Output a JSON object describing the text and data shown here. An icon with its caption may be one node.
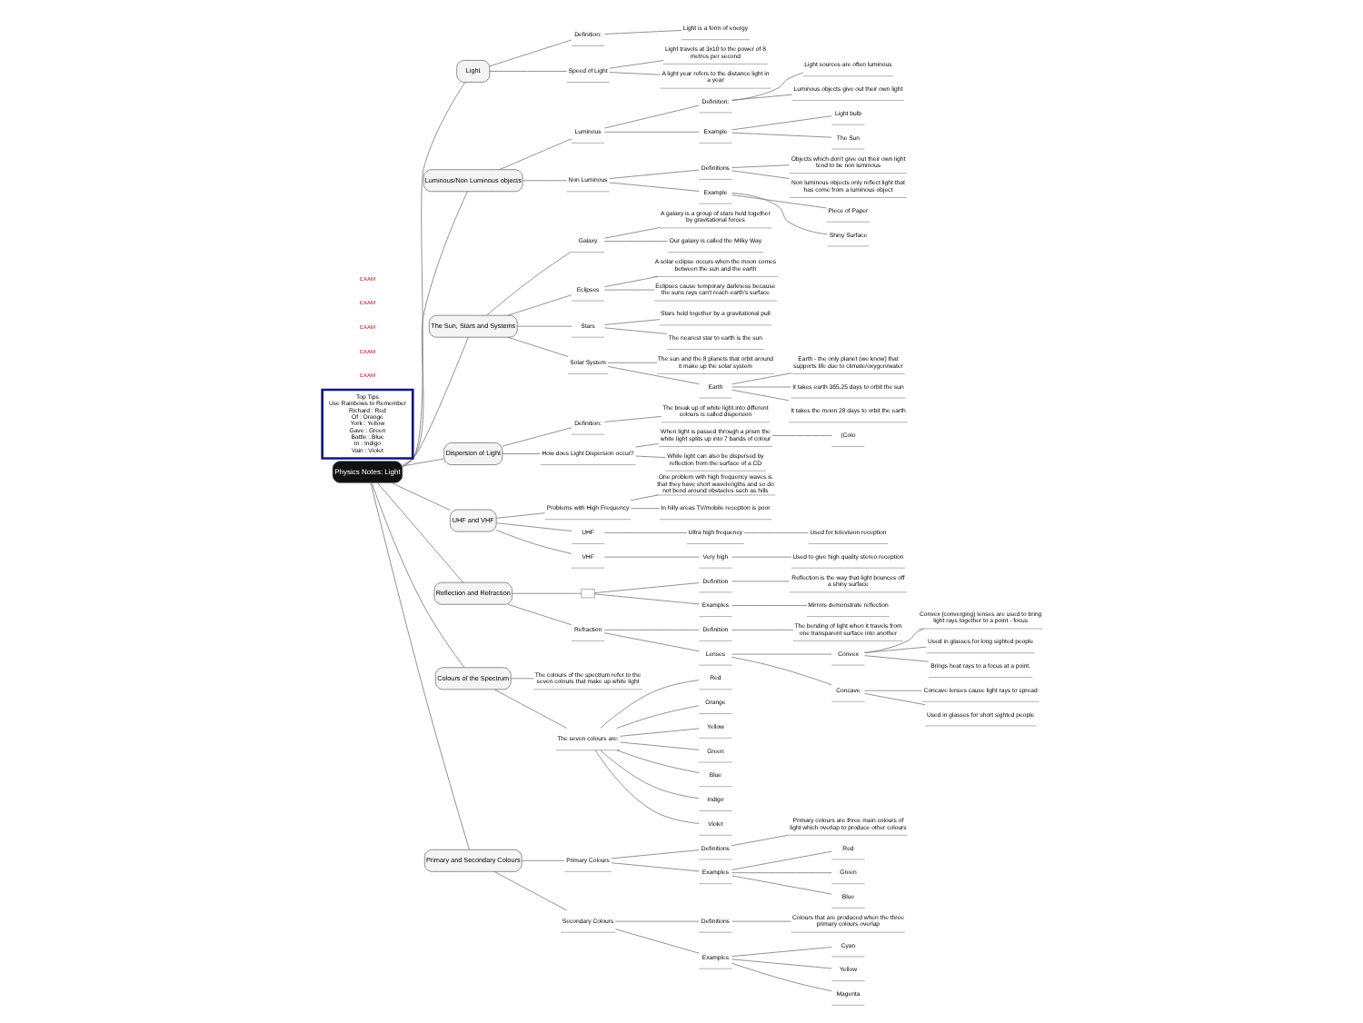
{
  "diagram": {
    "nodes": [
      {
        "text": [
          "Physics Notes: Light"
        ]
      },
      {
        "text": [
          "Light"
        ]
      },
      {
        "text": [
          "Definition:"
        ]
      },
      {
        "text": [
          "Light is a form of energy"
        ]
      },
      {
        "text": [
          "Speed of Light"
        ]
      },
      {
        "text": [
          "Light travels at 3x10 to the power of 8 metres per second"
        ]
      },
      {
        "text": [
          "A light year refers to the distance light in a year"
        ]
      },
      {
        "text": [
          "Luminous/Non Luminous objects"
        ]
      },
      {
        "text": [
          "Luminous"
        ]
      },
      {
        "text": [
          "Definition:"
        ]
      },
      {
        "text": [
          "Light sources are often luminous"
        ]
      },
      {
        "text": [
          "Luminous objects give out their own light"
        ]
      },
      {
        "text": [
          "Example"
        ]
      },
      {
        "text": [
          "Light bulb"
        ]
      },
      {
        "text": [
          "The Sun"
        ]
      },
      {
        "text": [
          "Non Luminous"
        ]
      },
      {
        "text": [
          "Definitions"
        ]
      },
      {
        "text": [
          "Objects which don't give out their own light tend to be non luminous"
        ]
      },
      {
        "text": [
          "Non luminous objects only reflect light that has come from a luminous object"
        ]
      },
      {
        "text": [
          "Example"
        ]
      },
      {
        "text": [
          "Piece of Paper"
        ]
      },
      {
        "text": [
          "Shiny Surface"
        ]
      },
      {
        "text": [
          "The Sun, Stars and Systems"
        ]
      },
      {
        "text": [
          "Galaxy"
        ]
      },
      {
        "text": [
          "A galaxy is a group of stars held together by gravitational forces"
        ]
      },
      {
        "text": [
          "Our galaxy is called the Milky Way"
        ]
      },
      {
        "text": [
          "Eclipses"
        ]
      },
      {
        "text": [
          "A solar eclipse occurs when the moon comes between the sun and the earth"
        ]
      },
      {
        "text": [
          "Eclipses cause temporary darkness because the suns rays can't reach earth's surface"
        ]
      },
      {
        "text": [
          "Stars"
        ]
      },
      {
        "text": [
          "Stars held together by a gravitational pull"
        ]
      },
      {
        "text": [
          "The nearest star to earth is the sun"
        ]
      },
      {
        "text": [
          "Solar System"
        ]
      },
      {
        "text": [
          "The sun and the 8 planets that orbit around it make up the solar system"
        ]
      },
      {
        "text": [
          "Earth"
        ]
      },
      {
        "text": [
          "Earth - the only planet (we know) that supports life due to climate/oxygen/water"
        ]
      },
      {
        "text": [
          "It takes earth 365.25 days to orbit the sun"
        ]
      },
      {
        "text": [
          "It takes the moon 28 days to orbit the earth"
        ]
      },
      {
        "text": [
          "Dispersion of Light"
        ]
      },
      {
        "text": [
          "Definition:"
        ]
      },
      {
        "text": [
          "The break up of white light into different colours is called dispersion"
        ]
      },
      {
        "text": [
          "How does Light Dispersion occur?"
        ]
      },
      {
        "text": [
          "When light is passed through a prism the white light splits up into 7 bands of colour"
        ]
      },
      {
        "text": [
          "(Colo"
        ]
      },
      {
        "text": [
          "White light can also be dispersed by reflection from the surface of a CD"
        ]
      },
      {
        "text": [
          "UHF and VHF"
        ]
      },
      {
        "text": [
          "Problems with High Frequency"
        ]
      },
      {
        "text": [
          "One problem with high frequency waves is that they have short wavelengths and so do not bend around obstacles such as hills"
        ]
      },
      {
        "text": [
          "In hilly areas TV/mobile reception is poor"
        ]
      },
      {
        "text": [
          "UHF"
        ]
      },
      {
        "text": [
          "Ultra high frequency"
        ]
      },
      {
        "text": [
          "Used for television reception"
        ]
      },
      {
        "text": [
          "VHF"
        ]
      },
      {
        "text": [
          "Very high"
        ]
      },
      {
        "text": [
          "Used to give high quality stereo reception"
        ]
      },
      {
        "text": [
          "Reflection and Refraction"
        ]
      },
      {
        "text": [],
        "shape": "box"
      },
      {
        "text": [
          "Definition"
        ]
      },
      {
        "text": [
          "Reflection is the way that light bounces off a shiny surface"
        ]
      },
      {
        "text": [
          "Examples"
        ]
      },
      {
        "text": [
          "Mirrors demonstrate reflection"
        ]
      },
      {
        "text": [
          "Refraction"
        ]
      },
      {
        "text": [
          "Definition"
        ]
      },
      {
        "text": [
          "The bending of light when it travels from one transparent surface into another"
        ]
      },
      {
        "text": [
          "Lenses"
        ]
      },
      {
        "text": [
          "Convex"
        ]
      },
      {
        "text": [
          "Convex (converging) lenses are used to bring light rays together to a point - focus"
        ]
      },
      {
        "text": [
          "Used in glasses for long sighted people"
        ]
      },
      {
        "text": [
          "Brings heat rays to a focus at a point."
        ]
      },
      {
        "text": [
          "Concave"
        ]
      },
      {
        "text": [
          "Concave lenses cause light rays to spread"
        ]
      },
      {
        "text": [
          "Used in glasses for short sighted people"
        ]
      },
      {
        "text": [
          "Colours of the Spectrum"
        ]
      },
      {
        "text": [
          "The colours of the spectrum refer to the seven colours that make up white light"
        ]
      },
      {
        "text": [
          "The seven colours are:"
        ]
      },
      {
        "text": [
          "Red"
        ]
      },
      {
        "text": [
          "Orange"
        ]
      },
      {
        "text": [
          "Yellow"
        ]
      },
      {
        "text": [
          "Green"
        ]
      },
      {
        "text": [
          "Blue"
        ]
      },
      {
        "text": [
          "Indigo"
        ]
      },
      {
        "text": [
          "Violet"
        ]
      },
      {
        "text": [
          "Primary and Secondary Colours"
        ]
      },
      {
        "text": [
          "Primary Colours"
        ]
      },
      {
        "text": [
          "Definitions"
        ]
      },
      {
        "text": [
          "Primary colours are three main colours of light which overlap to produce other colours"
        ]
      },
      {
        "text": [
          "Examples"
        ]
      },
      {
        "text": [
          "Red"
        ]
      },
      {
        "text": [
          "Green"
        ]
      },
      {
        "text": [
          "Blue"
        ]
      },
      {
        "text": [
          "Secondary Colours"
        ]
      },
      {
        "text": [
          "Definitions"
        ]
      },
      {
        "text": [
          "Colours that are produced when the three primary colours overlap"
        ]
      },
      {
        "text": [
          "Examples"
        ]
      },
      {
        "text": [
          "Cyan"
        ]
      },
      {
        "text": [
          "Yellow"
        ]
      },
      {
        "text": [
          "Magenta"
        ]
      },
      {
        "text": [
          "Top Tips",
          "Use Rainbows to Remember",
          "Richard : Red",
          "Of : Orange",
          "York : Yellow",
          "Gave : Green",
          "Battle : Blue",
          "In : Indigo",
          "Vain : Violet"
        ]
      }
    ],
    "edges": [
      {
        "from": 0,
        "to": 1,
        "arrow": "none"
      },
      {
        "from": 1,
        "to": 2,
        "arrow": "none"
      },
      {
        "from": 2,
        "to": 3,
        "arrow": "none"
      },
      {
        "from": 1,
        "to": 4,
        "arrow": "none"
      },
      {
        "from": 4,
        "to": 5,
        "arrow": "none"
      },
      {
        "from": 4,
        "to": 6,
        "arrow": "none"
      },
      {
        "from": 0,
        "to": 7,
        "arrow": "none"
      },
      {
        "from": 7,
        "to": 8,
        "arrow": "none"
      },
      {
        "from": 8,
        "to": 9,
        "arrow": "none"
      },
      {
        "from": 9,
        "to": 10,
        "arrow": "none"
      },
      {
        "from": 9,
        "to": 11,
        "arrow": "none"
      },
      {
        "from": 8,
        "to": 12,
        "arrow": "none"
      },
      {
        "from": 12,
        "to": 13,
        "arrow": "none"
      },
      {
        "from": 12,
        "to": 14,
        "arrow": "none"
      },
      {
        "from": 7,
        "to": 15,
        "arrow": "none"
      },
      {
        "from": 15,
        "to": 16,
        "arrow": "none"
      },
      {
        "from": 16,
        "to": 17,
        "arrow": "none"
      },
      {
        "from": 16,
        "to": 18,
        "arrow": "none"
      },
      {
        "from": 15,
        "to": 19,
        "arrow": "none"
      },
      {
        "from": 19,
        "to": 20,
        "arrow": "none"
      },
      {
        "from": 19,
        "to": 21,
        "arrow": "none"
      },
      {
        "from": 0,
        "to": 22,
        "arrow": "none"
      },
      {
        "from": 22,
        "to": 23,
        "arrow": "none"
      },
      {
        "from": 23,
        "to": 24,
        "arrow": "none"
      },
      {
        "from": 23,
        "to": 25,
        "arrow": "none"
      },
      {
        "from": 22,
        "to": 26,
        "arrow": "none"
      },
      {
        "from": 26,
        "to": 27,
        "arrow": "none"
      },
      {
        "from": 26,
        "to": 28,
        "arrow": "none"
      },
      {
        "from": 22,
        "to": 29,
        "arrow": "none"
      },
      {
        "from": 29,
        "to": 30,
        "arrow": "none"
      },
      {
        "from": 29,
        "to": 31,
        "arrow": "none"
      },
      {
        "from": 22,
        "to": 32,
        "arrow": "none"
      },
      {
        "from": 32,
        "to": 33,
        "arrow": "none"
      },
      {
        "from": 32,
        "to": 34,
        "arrow": "none"
      },
      {
        "from": 34,
        "to": 35,
        "arrow": "none"
      },
      {
        "from": 34,
        "to": 36,
        "arrow": "none"
      },
      {
        "from": 34,
        "to": 37,
        "arrow": "none"
      },
      {
        "from": 0,
        "to": 38,
        "arrow": "none"
      },
      {
        "from": 38,
        "to": 39,
        "arrow": "none"
      },
      {
        "from": 39,
        "to": 40,
        "arrow": "none"
      },
      {
        "from": 38,
        "to": 41,
        "arrow": "none"
      },
      {
        "from": 41,
        "to": 42,
        "arrow": "none"
      },
      {
        "from": 42,
        "to": 43,
        "arrow": "none"
      },
      {
        "from": 41,
        "to": 44,
        "arrow": "none"
      },
      {
        "from": 0,
        "to": 45,
        "arrow": "none"
      },
      {
        "from": 45,
        "to": 46,
        "arrow": "none"
      },
      {
        "from": 46,
        "to": 47,
        "arrow": "none"
      },
      {
        "from": 46,
        "to": 48,
        "arrow": "none"
      },
      {
        "from": 45,
        "to": 49,
        "arrow": "none"
      },
      {
        "from": 49,
        "to": 50,
        "arrow": "none"
      },
      {
        "from": 50,
        "to": 51,
        "arrow": "none"
      },
      {
        "from": 45,
        "to": 52,
        "arrow": "none"
      },
      {
        "from": 52,
        "to": 53,
        "arrow": "none"
      },
      {
        "from": 53,
        "to": 54,
        "arrow": "none"
      },
      {
        "from": 0,
        "to": 55,
        "arrow": "none"
      },
      {
        "from": 55,
        "to": 56,
        "arrow": "none"
      },
      {
        "from": 56,
        "to": 57,
        "arrow": "none"
      },
      {
        "from": 57,
        "to": 58,
        "arrow": "none"
      },
      {
        "from": 56,
        "to": 59,
        "arrow": "none"
      },
      {
        "from": 59,
        "to": 60,
        "arrow": "none"
      },
      {
        "from": 55,
        "to": 61,
        "arrow": "none"
      },
      {
        "from": 61,
        "to": 62,
        "arrow": "none"
      },
      {
        "from": 62,
        "to": 63,
        "arrow": "none"
      },
      {
        "from": 61,
        "to": 64,
        "arrow": "none"
      },
      {
        "from": 64,
        "to": 65,
        "arrow": "none"
      },
      {
        "from": 65,
        "to": 66,
        "arrow": "none"
      },
      {
        "from": 65,
        "to": 67,
        "arrow": "none"
      },
      {
        "from": 65,
        "to": 68,
        "arrow": "none"
      },
      {
        "from": 64,
        "to": 69,
        "arrow": "none"
      },
      {
        "from": 69,
        "to": 70,
        "arrow": "none"
      },
      {
        "from": 69,
        "to": 71,
        "arrow": "none"
      },
      {
        "from": 0,
        "to": 72,
        "arrow": "none"
      },
      {
        "from": 72,
        "to": 73,
        "arrow": "none"
      },
      {
        "from": 72,
        "to": 74,
        "arrow": "none"
      },
      {
        "from": 74,
        "to": 75,
        "arrow": "none"
      },
      {
        "from": 74,
        "to": 76,
        "arrow": "none"
      },
      {
        "from": 74,
        "to": 77,
        "arrow": "none"
      },
      {
        "from": 74,
        "to": 78,
        "arrow": "none"
      },
      {
        "from": 74,
        "to": 79,
        "arrow": "none"
      },
      {
        "from": 74,
        "to": 80,
        "arrow": "none"
      },
      {
        "from": 74,
        "to": 81,
        "arrow": "none"
      },
      {
        "from": 0,
        "to": 82,
        "arrow": "none"
      },
      {
        "from": 82,
        "to": 83,
        "arrow": "none"
      },
      {
        "from": 83,
        "to": 84,
        "arrow": "none"
      },
      {
        "from": 84,
        "to": 85,
        "arrow": "none"
      },
      {
        "from": 83,
        "to": 86,
        "arrow": "none"
      },
      {
        "from": 86,
        "to": 87,
        "arrow": "none"
      },
      {
        "from": 86,
        "to": 88,
        "arrow": "none"
      },
      {
        "from": 86,
        "to": 89,
        "arrow": "none"
      },
      {
        "from": 82,
        "to": 90,
        "arrow": "none"
      },
      {
        "from": 90,
        "to": 91,
        "arrow": "none"
      },
      {
        "from": 91,
        "to": 92,
        "arrow": "none"
      },
      {
        "from": 90,
        "to": 93,
        "arrow": "none"
      },
      {
        "from": 93,
        "to": 94,
        "arrow": "none"
      },
      {
        "from": 93,
        "to": 95,
        "arrow": "none"
      },
      {
        "from": 93,
        "to": 96,
        "arrow": "none"
      }
    ],
    "labels": [
      "EXAM",
      "EXAM",
      "EXAM",
      "EXAM",
      "EXAM"
    ]
  }
}
